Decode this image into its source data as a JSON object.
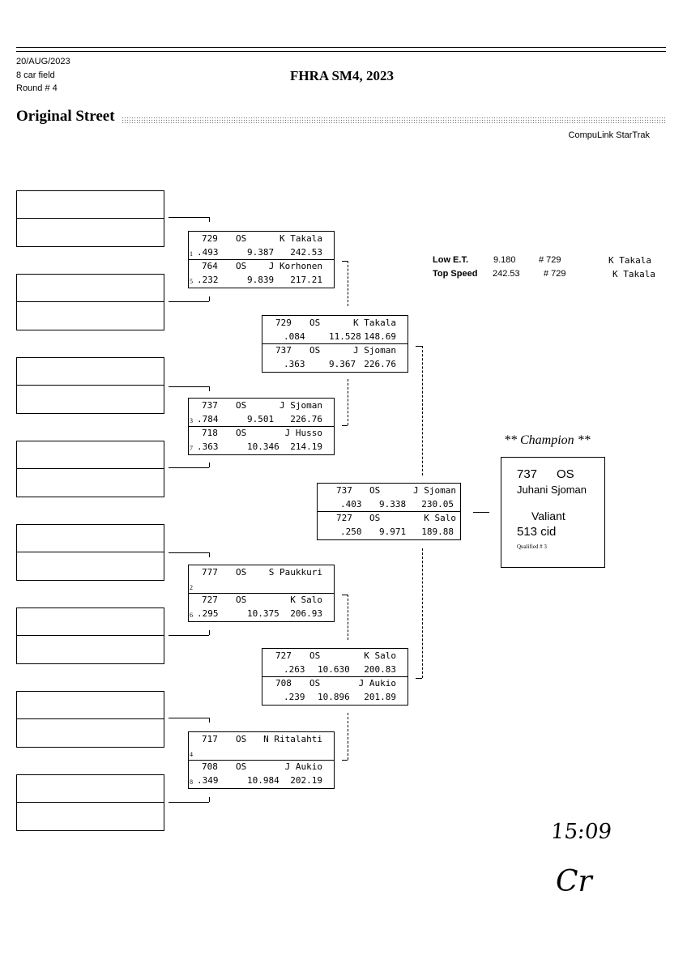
{
  "header": {
    "date": "20/AUG/2023",
    "field": "8 car field",
    "round": "Round # 4",
    "event_title": "FHRA SM4, 2023",
    "class_title": "Original Street",
    "system": "CompuLink StarTrak"
  },
  "round1": [
    {
      "top": {
        "lane": "1",
        "car": "729",
        "cls": "OS",
        "name": "K Takala",
        "rt": ".493",
        "et": "9.387",
        "mph": "242.53"
      },
      "bottom": {
        "lane": "5",
        "car": "764",
        "cls": "OS",
        "name": "J Korhonen",
        "rt": ".232",
        "et": "9.839",
        "mph": "217.21"
      }
    },
    {
      "top": {
        "lane": "3",
        "car": "737",
        "cls": "OS",
        "name": "J Sjoman",
        "rt": ".784",
        "et": "9.501",
        "mph": "226.76"
      },
      "bottom": {
        "lane": "7",
        "car": "718",
        "cls": "OS",
        "name": "J Husso",
        "rt": ".363",
        "et": "10.346",
        "mph": "214.19"
      }
    },
    {
      "top": {
        "lane": "2",
        "car": "777",
        "cls": "OS",
        "name": "S Paukkuri",
        "rt": "",
        "et": "",
        "mph": ""
      },
      "bottom": {
        "lane": "6",
        "car": "727",
        "cls": "OS",
        "name": "K Salo",
        "rt": ".295",
        "et": "10.375",
        "mph": "206.93"
      }
    },
    {
      "top": {
        "lane": "4",
        "car": "717",
        "cls": "OS",
        "name": "N Ritalahti",
        "rt": "",
        "et": "",
        "mph": ""
      },
      "bottom": {
        "lane": "8",
        "car": "708",
        "cls": "OS",
        "name": "J Aukio",
        "rt": ".349",
        "et": "10.984",
        "mph": "202.19"
      }
    }
  ],
  "semis": [
    {
      "top": {
        "car": "729",
        "cls": "OS",
        "name": "K Takala",
        "rt": ".084",
        "et": "11.528",
        "mph": "148.69"
      },
      "bottom": {
        "car": "737",
        "cls": "OS",
        "name": "J Sjoman",
        "rt": ".363",
        "et": "9.367",
        "mph": "226.76"
      }
    },
    {
      "top": {
        "car": "727",
        "cls": "OS",
        "name": "K Salo",
        "rt": ".263",
        "et": "10.630",
        "mph": "200.83"
      },
      "bottom": {
        "car": "708",
        "cls": "OS",
        "name": "J Aukio",
        "rt": ".239",
        "et": "10.896",
        "mph": "201.89"
      }
    }
  ],
  "final": {
    "top": {
      "car": "737",
      "cls": "OS",
      "name": "J Sjoman",
      "rt": ".403",
      "et": "9.338",
      "mph": "230.05"
    },
    "bottom": {
      "car": "727",
      "cls": "OS",
      "name": "K Salo",
      "rt": ".250",
      "et": "9.971",
      "mph": "189.88"
    }
  },
  "stats": {
    "low_et": {
      "label": "Low  E.T.",
      "value": "9.180",
      "car": "# 729",
      "name": "K Takala"
    },
    "top_speed": {
      "label": "Top Speed",
      "value": "242.53",
      "car": "# 729",
      "name": "K Takala"
    }
  },
  "champion": {
    "title": "** Champion **",
    "car": "737",
    "cls": "OS",
    "name": "Juhani Sjoman",
    "make": "Valiant",
    "engine": "513 cid",
    "qualified": "Qualified # 3"
  },
  "handwriting": {
    "time": "15:09",
    "initials": "Cr"
  }
}
